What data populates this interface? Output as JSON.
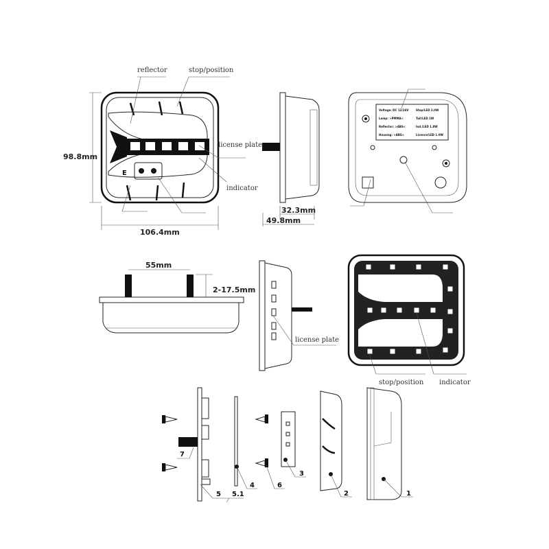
{
  "front_view": {
    "labels": {
      "reflector": "reflector",
      "stop_position": "stop/position",
      "license_plate": "license plate",
      "indicator": "indicator"
    },
    "dimensions": {
      "height": "98.8mm",
      "width": "106.4mm"
    }
  },
  "side_view": {
    "dimensions": {
      "depth_body": "32.3mm",
      "depth_total": "49.8mm"
    }
  },
  "back_view": {
    "label_lines": [
      "Voltage: DC 12/24V",
      "Stop/LED 2.0W",
      "Lamp: >PMMA<",
      "Tail/LED 1W",
      "Reflector: >ABS<",
      "Ind./LED 1.8W",
      "Housing: >ABS<",
      "Licence/LED 1.0W"
    ]
  },
  "top_view": {
    "dimensions": {
      "bolt_spacing": "55mm",
      "bolt_length": "2-17.5mm"
    }
  },
  "side_view_2": {
    "labels": {
      "license_plate": "license plate"
    }
  },
  "lit_view": {
    "labels": {
      "stop_position": "stop/position",
      "indicator": "indicator"
    }
  },
  "exploded_view": {
    "part_numbers": [
      "1",
      "2",
      "3",
      "4",
      "5",
      "5.1",
      "6",
      "7"
    ]
  },
  "colors": {
    "line": "#222222",
    "label_text": "#333333"
  }
}
